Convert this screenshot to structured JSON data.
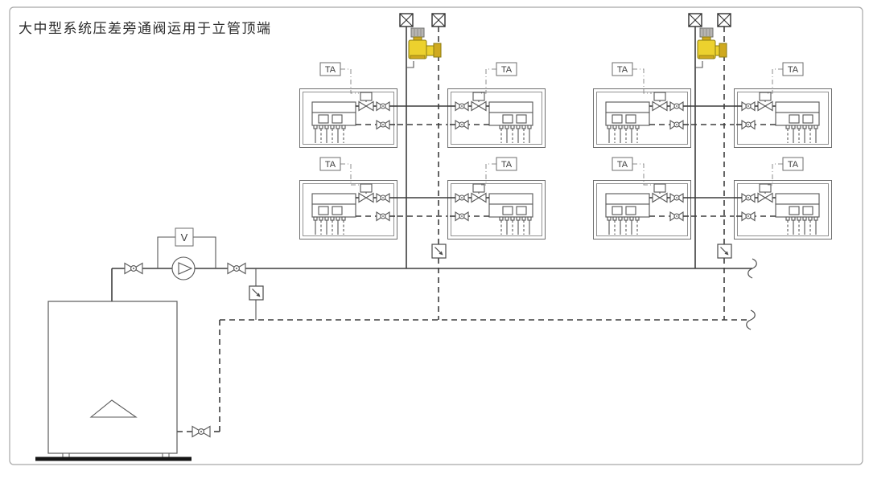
{
  "title": "大中型系统压差旁通阀运用于立管顶端",
  "labels": {
    "thermostat": "TA",
    "meter": "V"
  },
  "colors": {
    "valve_yellow": "#ecd12e",
    "valve_yellow_dark": "#cfa91f",
    "valve_cap_gray": "#b7b5b2",
    "pipe_line": "#3d3d3d",
    "base_black": "#151515"
  }
}
